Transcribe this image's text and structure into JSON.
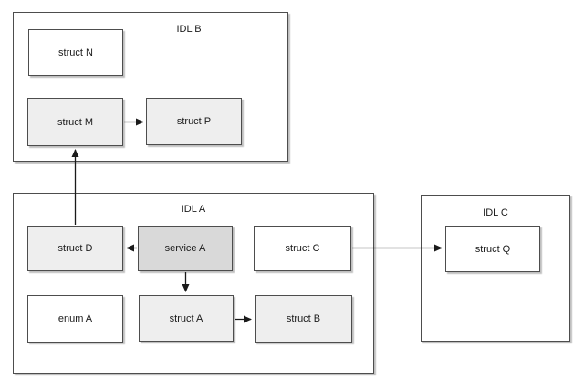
{
  "diagram": {
    "background": "#ffffff",
    "containers": {
      "idl_b": {
        "label": "IDL B"
      },
      "idl_a": {
        "label": "IDL A"
      },
      "idl_c": {
        "label": "IDL C"
      }
    },
    "nodes": {
      "struct_n": {
        "label": "struct N",
        "container": "IDL B",
        "style": "plain"
      },
      "struct_m": {
        "label": "struct M",
        "container": "IDL B",
        "style": "shaded"
      },
      "struct_p": {
        "label": "struct P",
        "container": "IDL B",
        "style": "shaded"
      },
      "struct_d": {
        "label": "struct D",
        "container": "IDL A",
        "style": "shaded"
      },
      "service_a": {
        "label": "service A",
        "container": "IDL A",
        "style": "emphasis"
      },
      "struct_c": {
        "label": "struct C",
        "container": "IDL A",
        "style": "plain"
      },
      "enum_a": {
        "label": "enum A",
        "container": "IDL A",
        "style": "plain"
      },
      "struct_a": {
        "label": "struct A",
        "container": "IDL A",
        "style": "shaded"
      },
      "struct_b": {
        "label": "struct B",
        "container": "IDL A",
        "style": "shaded"
      },
      "struct_q": {
        "label": "struct Q",
        "container": "IDL C",
        "style": "plain"
      }
    },
    "edges": [
      {
        "from": "struct M",
        "to": "struct P",
        "direction": "right"
      },
      {
        "from": "struct D",
        "to": "struct M",
        "direction": "up"
      },
      {
        "from": "service A",
        "to": "struct D",
        "direction": "left"
      },
      {
        "from": "service A",
        "to": "struct A",
        "direction": "down"
      },
      {
        "from": "struct A",
        "to": "struct B",
        "direction": "right"
      },
      {
        "from": "struct C",
        "to": "struct Q",
        "direction": "right"
      }
    ],
    "colors": {
      "background": "#ffffff",
      "node_plain_fill": "#ffffff",
      "node_shaded_fill": "#eeeeee",
      "node_emphasis_fill": "#d9d9d9",
      "border": "#4d4d4d",
      "arrow": "#1a1a1a",
      "text": "#1a1a1a"
    }
  }
}
